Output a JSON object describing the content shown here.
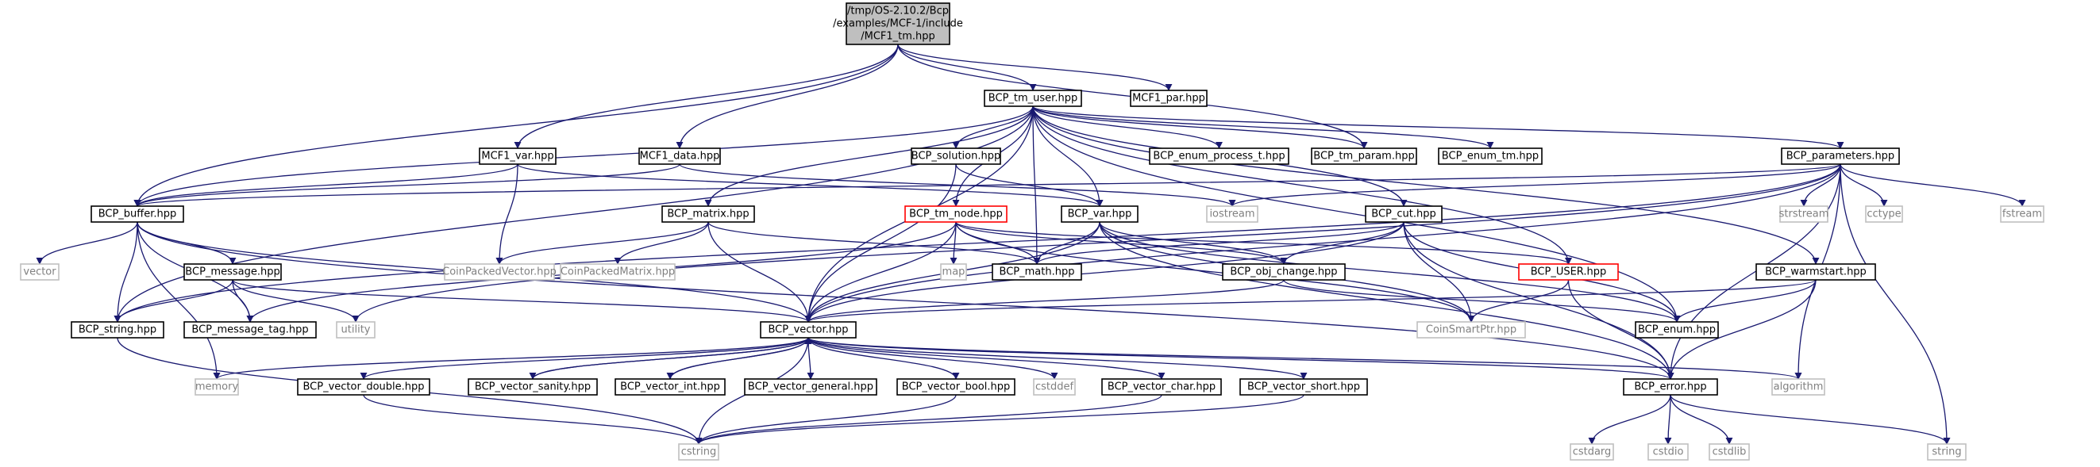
{
  "colors": {
    "edge": "#191970",
    "box_border": "#000000",
    "box_fill": "#ffffff",
    "root_fill": "#bfbfbf",
    "external_border": "#bfbfbf",
    "external_text": "#808080",
    "truncated_border": "#ff0000"
  },
  "nodes": [
    {
      "id": "root",
      "label": "/tmp/OS-2.10.2/Bcp\n/examples/MCF-1/include\n/MCF1_tm.hpp",
      "kind": "root"
    },
    {
      "id": "bcp_tm_user",
      "label": "BCP_tm_user.hpp",
      "kind": "normal"
    },
    {
      "id": "mcf1_par",
      "label": "MCF1_par.hpp",
      "kind": "normal"
    },
    {
      "id": "mcf1_var",
      "label": "MCF1_var.hpp",
      "kind": "normal"
    },
    {
      "id": "mcf1_data",
      "label": "MCF1_data.hpp",
      "kind": "normal"
    },
    {
      "id": "bcp_solution",
      "label": "BCP_solution.hpp",
      "kind": "normal"
    },
    {
      "id": "bcp_enum_process_t",
      "label": "BCP_enum_process_t.hpp",
      "kind": "normal"
    },
    {
      "id": "bcp_tm_param",
      "label": "BCP_tm_param.hpp",
      "kind": "normal"
    },
    {
      "id": "bcp_enum_tm",
      "label": "BCP_enum_tm.hpp",
      "kind": "normal"
    },
    {
      "id": "bcp_parameters",
      "label": "BCP_parameters.hpp",
      "kind": "normal"
    },
    {
      "id": "bcp_buffer",
      "label": "BCP_buffer.hpp",
      "kind": "normal"
    },
    {
      "id": "bcp_matrix",
      "label": "BCP_matrix.hpp",
      "kind": "normal"
    },
    {
      "id": "bcp_tm_node",
      "label": "BCP_tm_node.hpp",
      "kind": "truncated"
    },
    {
      "id": "bcp_var",
      "label": "BCP_var.hpp",
      "kind": "normal"
    },
    {
      "id": "iostream",
      "label": "iostream",
      "kind": "external"
    },
    {
      "id": "bcp_cut",
      "label": "BCP_cut.hpp",
      "kind": "normal"
    },
    {
      "id": "strstream",
      "label": "strstream",
      "kind": "external"
    },
    {
      "id": "cctype",
      "label": "cctype",
      "kind": "external"
    },
    {
      "id": "fstream",
      "label": "fstream",
      "kind": "external"
    },
    {
      "id": "vector",
      "label": "vector",
      "kind": "external"
    },
    {
      "id": "coin_packed_vector",
      "label": "CoinPackedVector.hpp",
      "kind": "external"
    },
    {
      "id": "coin_packed_matrix",
      "label": "CoinPackedMatrix.hpp",
      "kind": "external"
    },
    {
      "id": "map",
      "label": "map",
      "kind": "external"
    },
    {
      "id": "bcp_math",
      "label": "BCP_math.hpp",
      "kind": "normal"
    },
    {
      "id": "bcp_obj_change",
      "label": "BCP_obj_change.hpp",
      "kind": "normal"
    },
    {
      "id": "bcp_user",
      "label": "BCP_USER.hpp",
      "kind": "truncated"
    },
    {
      "id": "bcp_warmstart",
      "label": "BCP_warmstart.hpp",
      "kind": "normal"
    },
    {
      "id": "bcp_message",
      "label": "BCP_message.hpp",
      "kind": "normal"
    },
    {
      "id": "bcp_string",
      "label": "BCP_string.hpp",
      "kind": "normal"
    },
    {
      "id": "bcp_message_tag",
      "label": "BCP_message_tag.hpp",
      "kind": "normal"
    },
    {
      "id": "utility",
      "label": "utility",
      "kind": "external"
    },
    {
      "id": "bcp_vector",
      "label": "BCP_vector.hpp",
      "kind": "normal"
    },
    {
      "id": "coin_smart_ptr",
      "label": "CoinSmartPtr.hpp",
      "kind": "external"
    },
    {
      "id": "bcp_enum",
      "label": "BCP_enum.hpp",
      "kind": "normal"
    },
    {
      "id": "memory",
      "label": "memory",
      "kind": "external"
    },
    {
      "id": "bcp_vector_double",
      "label": "BCP_vector_double.hpp",
      "kind": "normal"
    },
    {
      "id": "bcp_vector_sanity",
      "label": "BCP_vector_sanity.hpp",
      "kind": "normal"
    },
    {
      "id": "bcp_vector_int",
      "label": "BCP_vector_int.hpp",
      "kind": "normal"
    },
    {
      "id": "bcp_vector_general",
      "label": "BCP_vector_general.hpp",
      "kind": "normal"
    },
    {
      "id": "bcp_vector_bool",
      "label": "BCP_vector_bool.hpp",
      "kind": "normal"
    },
    {
      "id": "cstddef",
      "label": "cstddef",
      "kind": "external"
    },
    {
      "id": "bcp_vector_char",
      "label": "BCP_vector_char.hpp",
      "kind": "normal"
    },
    {
      "id": "bcp_vector_short",
      "label": "BCP_vector_short.hpp",
      "kind": "normal"
    },
    {
      "id": "bcp_error",
      "label": "BCP_error.hpp",
      "kind": "normal"
    },
    {
      "id": "algorithm",
      "label": "algorithm",
      "kind": "external"
    },
    {
      "id": "cstring",
      "label": "cstring",
      "kind": "external"
    },
    {
      "id": "cstdarg",
      "label": "cstdarg",
      "kind": "external"
    },
    {
      "id": "cstdio",
      "label": "cstdio",
      "kind": "external"
    },
    {
      "id": "cstdlib",
      "label": "cstdlib",
      "kind": "external"
    },
    {
      "id": "string",
      "label": "string",
      "kind": "external"
    }
  ],
  "edges": [
    [
      "root",
      "bcp_tm_user"
    ],
    [
      "root",
      "mcf1_par"
    ],
    [
      "root",
      "mcf1_var"
    ],
    [
      "root",
      "mcf1_data"
    ],
    [
      "root",
      "bcp_buffer"
    ],
    [
      "root",
      "bcp_tm_param"
    ],
    [
      "bcp_tm_user",
      "bcp_solution"
    ],
    [
      "bcp_tm_user",
      "bcp_enum_process_t"
    ],
    [
      "bcp_tm_user",
      "bcp_tm_param"
    ],
    [
      "bcp_tm_user",
      "bcp_enum_tm"
    ],
    [
      "bcp_tm_user",
      "bcp_parameters"
    ],
    [
      "bcp_tm_user",
      "bcp_buffer"
    ],
    [
      "bcp_tm_user",
      "bcp_matrix"
    ],
    [
      "bcp_tm_user",
      "bcp_tm_node"
    ],
    [
      "bcp_tm_user",
      "bcp_var"
    ],
    [
      "bcp_tm_user",
      "bcp_cut"
    ],
    [
      "bcp_tm_user",
      "bcp_math"
    ],
    [
      "bcp_tm_user",
      "bcp_user"
    ],
    [
      "bcp_tm_user",
      "bcp_warmstart"
    ],
    [
      "bcp_tm_user",
      "bcp_vector"
    ],
    [
      "bcp_tm_user",
      "bcp_string"
    ],
    [
      "bcp_tm_user",
      "bcp_enum"
    ],
    [
      "mcf1_var",
      "bcp_buffer"
    ],
    [
      "mcf1_var",
      "coin_packed_vector"
    ],
    [
      "mcf1_var",
      "bcp_var"
    ],
    [
      "mcf1_data",
      "bcp_buffer"
    ],
    [
      "mcf1_data",
      "iostream"
    ],
    [
      "bcp_solution",
      "bcp_var"
    ],
    [
      "bcp_solution",
      "bcp_vector"
    ],
    [
      "bcp_parameters",
      "bcp_buffer"
    ],
    [
      "bcp_parameters",
      "iostream"
    ],
    [
      "bcp_parameters",
      "strstream"
    ],
    [
      "bcp_parameters",
      "cctype"
    ],
    [
      "bcp_parameters",
      "fstream"
    ],
    [
      "bcp_parameters",
      "bcp_string"
    ],
    [
      "bcp_parameters",
      "bcp_vector"
    ],
    [
      "bcp_parameters",
      "bcp_error"
    ],
    [
      "bcp_parameters",
      "algorithm"
    ],
    [
      "bcp_parameters",
      "string"
    ],
    [
      "bcp_parameters",
      "utility"
    ],
    [
      "bcp_buffer",
      "vector"
    ],
    [
      "bcp_buffer",
      "bcp_message"
    ],
    [
      "bcp_buffer",
      "bcp_string"
    ],
    [
      "bcp_buffer",
      "bcp_message_tag"
    ],
    [
      "bcp_buffer",
      "bcp_vector"
    ],
    [
      "bcp_buffer",
      "bcp_error"
    ],
    [
      "bcp_buffer",
      "memory"
    ],
    [
      "bcp_matrix",
      "coin_packed_vector"
    ],
    [
      "bcp_matrix",
      "coin_packed_matrix"
    ],
    [
      "bcp_matrix",
      "bcp_math"
    ],
    [
      "bcp_matrix",
      "bcp_vector"
    ],
    [
      "bcp_tm_node",
      "map"
    ],
    [
      "bcp_tm_node",
      "bcp_math"
    ],
    [
      "bcp_tm_node",
      "bcp_obj_change"
    ],
    [
      "bcp_tm_node",
      "bcp_user"
    ],
    [
      "bcp_tm_node",
      "bcp_vector"
    ],
    [
      "bcp_tm_node",
      "coin_smart_ptr"
    ],
    [
      "bcp_tm_node",
      "bcp_message_tag"
    ],
    [
      "bcp_var",
      "bcp_math"
    ],
    [
      "bcp_var",
      "bcp_obj_change"
    ],
    [
      "bcp_var",
      "bcp_vector"
    ],
    [
      "bcp_var",
      "coin_smart_ptr"
    ],
    [
      "bcp_var",
      "bcp_enum"
    ],
    [
      "bcp_var",
      "bcp_error"
    ],
    [
      "bcp_cut",
      "bcp_math"
    ],
    [
      "bcp_cut",
      "bcp_obj_change"
    ],
    [
      "bcp_cut",
      "bcp_vector"
    ],
    [
      "bcp_cut",
      "coin_smart_ptr"
    ],
    [
      "bcp_cut",
      "bcp_enum"
    ],
    [
      "bcp_cut",
      "bcp_error"
    ],
    [
      "bcp_obj_change",
      "bcp_vector"
    ],
    [
      "bcp_obj_change",
      "bcp_enum"
    ],
    [
      "bcp_user",
      "coin_smart_ptr"
    ],
    [
      "bcp_user",
      "bcp_error"
    ],
    [
      "bcp_warmstart",
      "bcp_vector"
    ],
    [
      "bcp_warmstart",
      "bcp_enum"
    ],
    [
      "bcp_warmstart",
      "bcp_error"
    ],
    [
      "bcp_message",
      "bcp_string"
    ],
    [
      "bcp_message",
      "bcp_message_tag"
    ],
    [
      "bcp_message",
      "bcp_vector"
    ],
    [
      "bcp_message",
      "utility"
    ],
    [
      "bcp_string",
      "cstring"
    ],
    [
      "bcp_vector",
      "memory"
    ],
    [
      "bcp_vector",
      "bcp_vector_double"
    ],
    [
      "bcp_vector",
      "bcp_vector_sanity"
    ],
    [
      "bcp_vector",
      "bcp_vector_int"
    ],
    [
      "bcp_vector",
      "bcp_vector_general"
    ],
    [
      "bcp_vector",
      "bcp_vector_bool"
    ],
    [
      "bcp_vector",
      "cstddef"
    ],
    [
      "bcp_vector",
      "bcp_vector_char"
    ],
    [
      "bcp_vector",
      "bcp_vector_short"
    ],
    [
      "bcp_vector",
      "bcp_error"
    ],
    [
      "bcp_vector",
      "algorithm"
    ],
    [
      "bcp_vector",
      "cstring"
    ],
    [
      "bcp_vector_sanity",
      "bcp_vector"
    ],
    [
      "bcp_vector_int",
      "bcp_vector"
    ],
    [
      "bcp_vector_double",
      "cstring"
    ],
    [
      "bcp_vector_bool",
      "cstring"
    ],
    [
      "bcp_vector_char",
      "cstring"
    ],
    [
      "bcp_vector_short",
      "cstring"
    ],
    [
      "bcp_error",
      "cstdarg"
    ],
    [
      "bcp_error",
      "cstdio"
    ],
    [
      "bcp_error",
      "cstdlib"
    ],
    [
      "bcp_error",
      "string"
    ]
  ]
}
